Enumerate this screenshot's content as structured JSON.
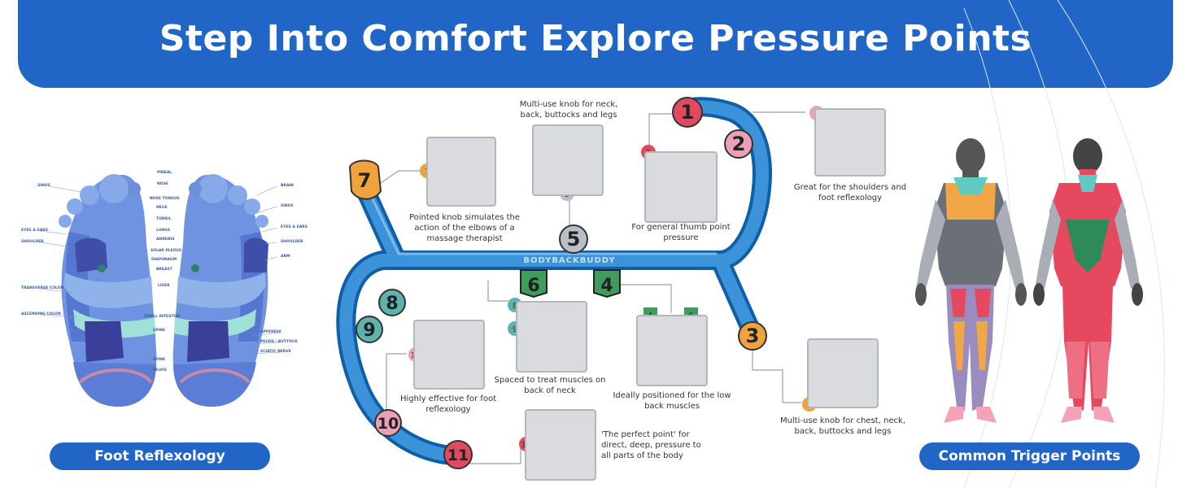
{
  "header": {
    "title": "Step Into Comfort Explore Pressure Points"
  },
  "left_panel": {
    "label": "Foot Reflexology",
    "left_foot_labels": [
      "SINUS",
      "EYES & EARS",
      "SHOULDER",
      "TRANSVERSE COLON",
      "ASCENDING COLON"
    ],
    "center_labels": [
      "PINEAL",
      "NOSE",
      "NOSE TONGUE",
      "NECK",
      "TONSIL",
      "LUNGS",
      "ADRENIS",
      "SOLAR PLEXUS",
      "DIAPHRAGM",
      "BREAST",
      "LIVER",
      "SMALL INTESTINE",
      "SPINE",
      "SPINE",
      "PELVIS"
    ],
    "right_foot_labels": [
      "BRAIN",
      "SINUS",
      "EYES & EARS",
      "SHOULDER",
      "ARM",
      "APPENDIX",
      "PELVIS / BUTTOCK",
      "SCIATIC NERVE"
    ]
  },
  "center": {
    "brand": "BODYBACKBUDDY",
    "captions": {
      "c1": "For general thumb point pressure",
      "c2": "Great for the shoulders and foot reflexology",
      "c3": "Multi-use knob for chest, neck, back, buttocks and legs",
      "c5": "Multi-use knob for neck, back, buttocks and legs",
      "c7": "Pointed knob simulates the action of the elbows of a massage therapist",
      "c89": "Spaced to treat muscles on back of neck",
      "c46": "Ideally positioned for the low back muscles",
      "c10": "Highly effective for foot reflexology",
      "c11": "'The perfect point' for direct, deep, pressure to all parts of the body"
    },
    "knobs": [
      "1",
      "2",
      "3",
      "4",
      "5",
      "6",
      "7",
      "8",
      "9",
      "10",
      "11"
    ]
  },
  "right_panel": {
    "label": "Common Trigger Points"
  },
  "colors": {
    "brand_blue": "#2166c7",
    "tool_blue": "#1f78c8",
    "knob_red": "#e04a5f",
    "knob_pink": "#eaa0b8",
    "knob_orange": "#f0a33c",
    "knob_green": "#3f9c5c",
    "knob_teal": "#5fb3ad",
    "knob_gray": "#b9bfc9",
    "muscle_red": "#e5485f",
    "muscle_orange": "#f2a646",
    "muscle_purple": "#9b8cbf",
    "muscle_green": "#2e8b57"
  }
}
